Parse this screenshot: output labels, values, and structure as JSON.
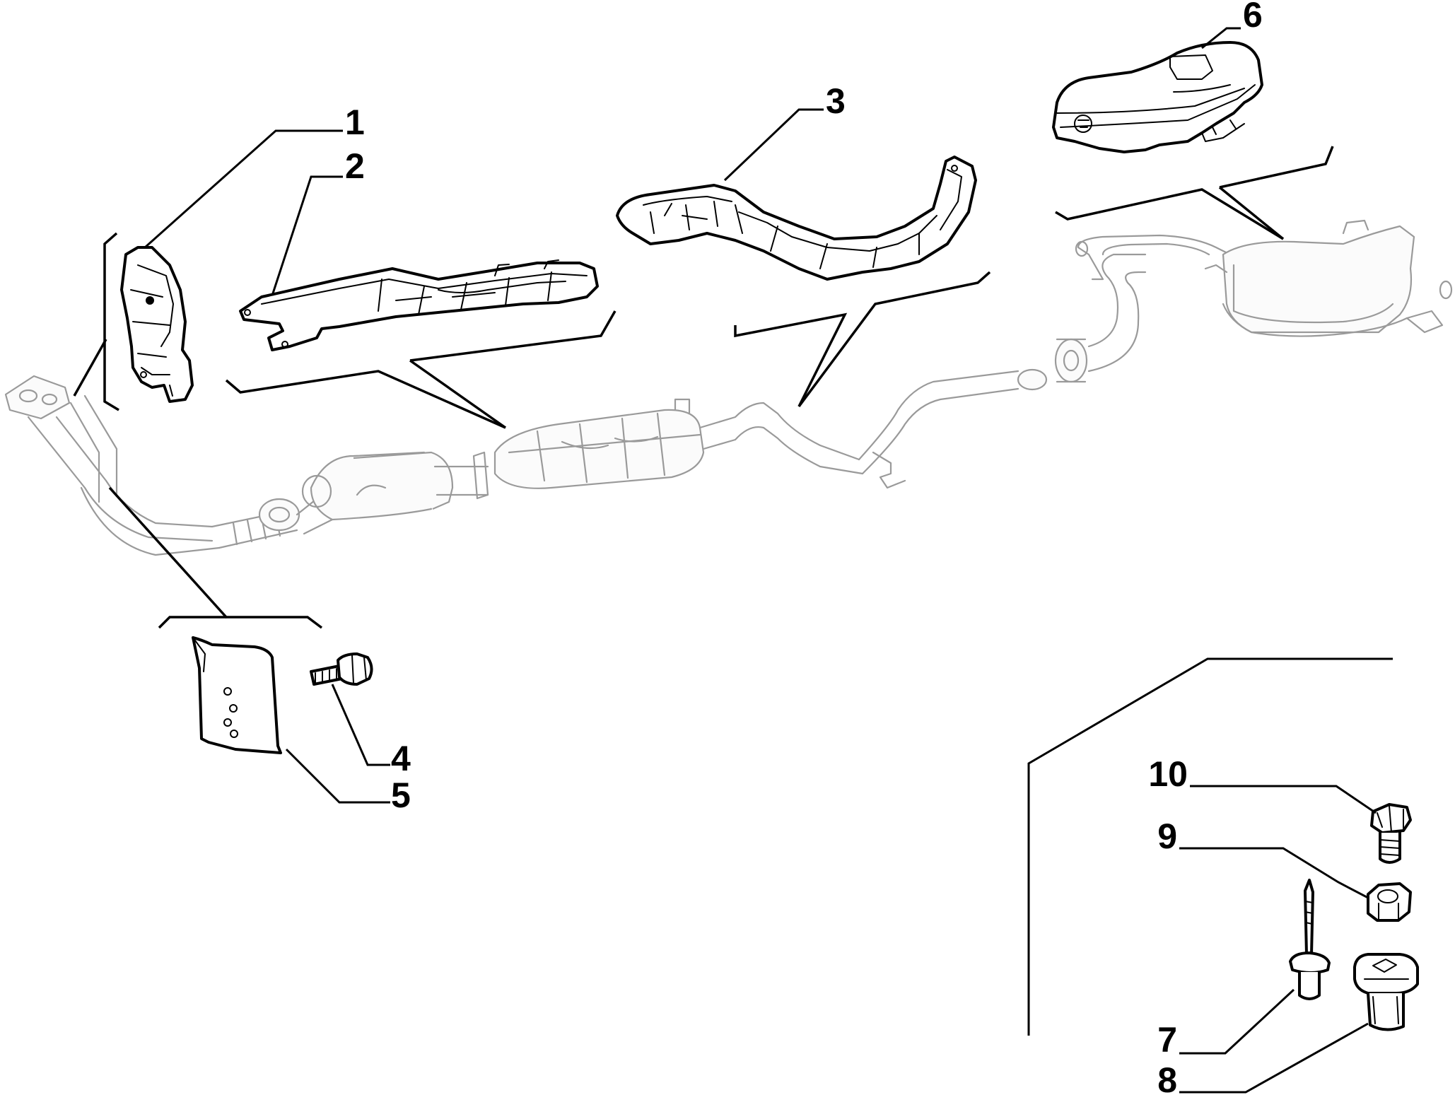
{
  "diagram": {
    "callouts": [
      {
        "id": "1",
        "label": "1"
      },
      {
        "id": "2",
        "label": "2"
      },
      {
        "id": "3",
        "label": "3"
      },
      {
        "id": "4",
        "label": "4"
      },
      {
        "id": "5",
        "label": "5"
      },
      {
        "id": "6",
        "label": "6"
      },
      {
        "id": "7",
        "label": "7"
      },
      {
        "id": "8",
        "label": "8"
      },
      {
        "id": "9",
        "label": "9"
      },
      {
        "id": "10",
        "label": "10"
      }
    ],
    "icons": {
      "exhaust_system": "exhaust-system-icon",
      "heat_shield_manifold": "heat-shield-icon",
      "heat_shield_tunnel_front": "heat-shield-icon",
      "heat_shield_tunnel_rear": "heat-shield-icon",
      "heat_shield_muffler": "heat-shield-icon",
      "bolt": "bolt-icon",
      "plate": "plate-icon",
      "rivet": "rivet-icon",
      "clip_nut": "clip-nut-icon",
      "nut": "nut-icon",
      "screw": "screw-icon"
    },
    "colors": {
      "ink": "#000000",
      "ghost": "#9a9a9a",
      "background": "#ffffff"
    }
  }
}
